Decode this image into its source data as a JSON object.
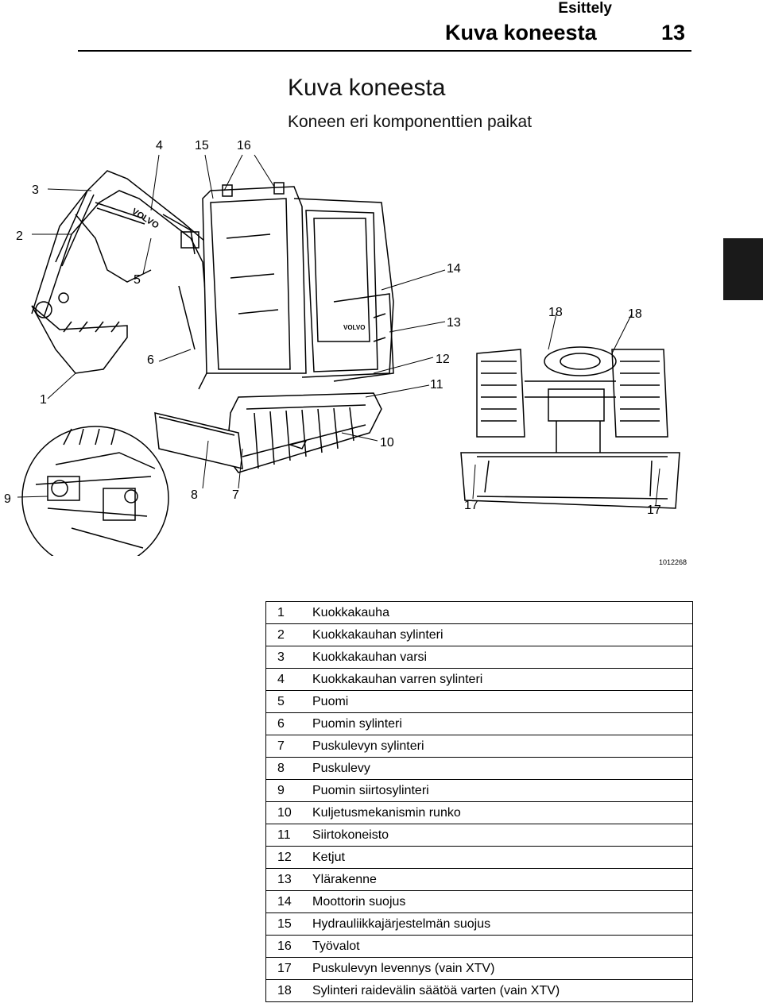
{
  "header": {
    "section": "Esittely",
    "title": "Kuva koneesta",
    "page_number": "13"
  },
  "title": "Kuva koneesta",
  "subtitle": "Koneen eri komponenttien paikat",
  "figure": {
    "id": "1012268",
    "callouts": [
      "4",
      "15",
      "16",
      "3",
      "2",
      "5",
      "14",
      "13",
      "18",
      "18",
      "6",
      "12",
      "11",
      "1",
      "10",
      "9",
      "8",
      "7",
      "17",
      "17"
    ],
    "brand_text": "VOLVO"
  },
  "legend": [
    {
      "num": "1",
      "label": "Kuokkakauha"
    },
    {
      "num": "2",
      "label": "Kuokkakauhan sylinteri"
    },
    {
      "num": "3",
      "label": "Kuokkakauhan varsi"
    },
    {
      "num": "4",
      "label": "Kuokkakauhan varren sylinteri"
    },
    {
      "num": "5",
      "label": "Puomi"
    },
    {
      "num": "6",
      "label": "Puomin sylinteri"
    },
    {
      "num": "7",
      "label": "Puskulevyn sylinteri"
    },
    {
      "num": "8",
      "label": "Puskulevy"
    },
    {
      "num": "9",
      "label": "Puomin siirtosylinteri"
    },
    {
      "num": "10",
      "label": "Kuljetusmekanismin runko"
    },
    {
      "num": "11",
      "label": "Siirtokoneisto"
    },
    {
      "num": "12",
      "label": "Ketjut"
    },
    {
      "num": "13",
      "label": "Ylärakenne"
    },
    {
      "num": "14",
      "label": "Moottorin suojus"
    },
    {
      "num": "15",
      "label": "Hydrauliikkajärjestelmän suojus"
    },
    {
      "num": "16",
      "label": "Työvalot"
    },
    {
      "num": "17",
      "label": "Puskulevyn levennys (vain XTV)"
    },
    {
      "num": "18",
      "label": "Sylinteri raidevälin säätöä varten (vain XTV)"
    }
  ]
}
